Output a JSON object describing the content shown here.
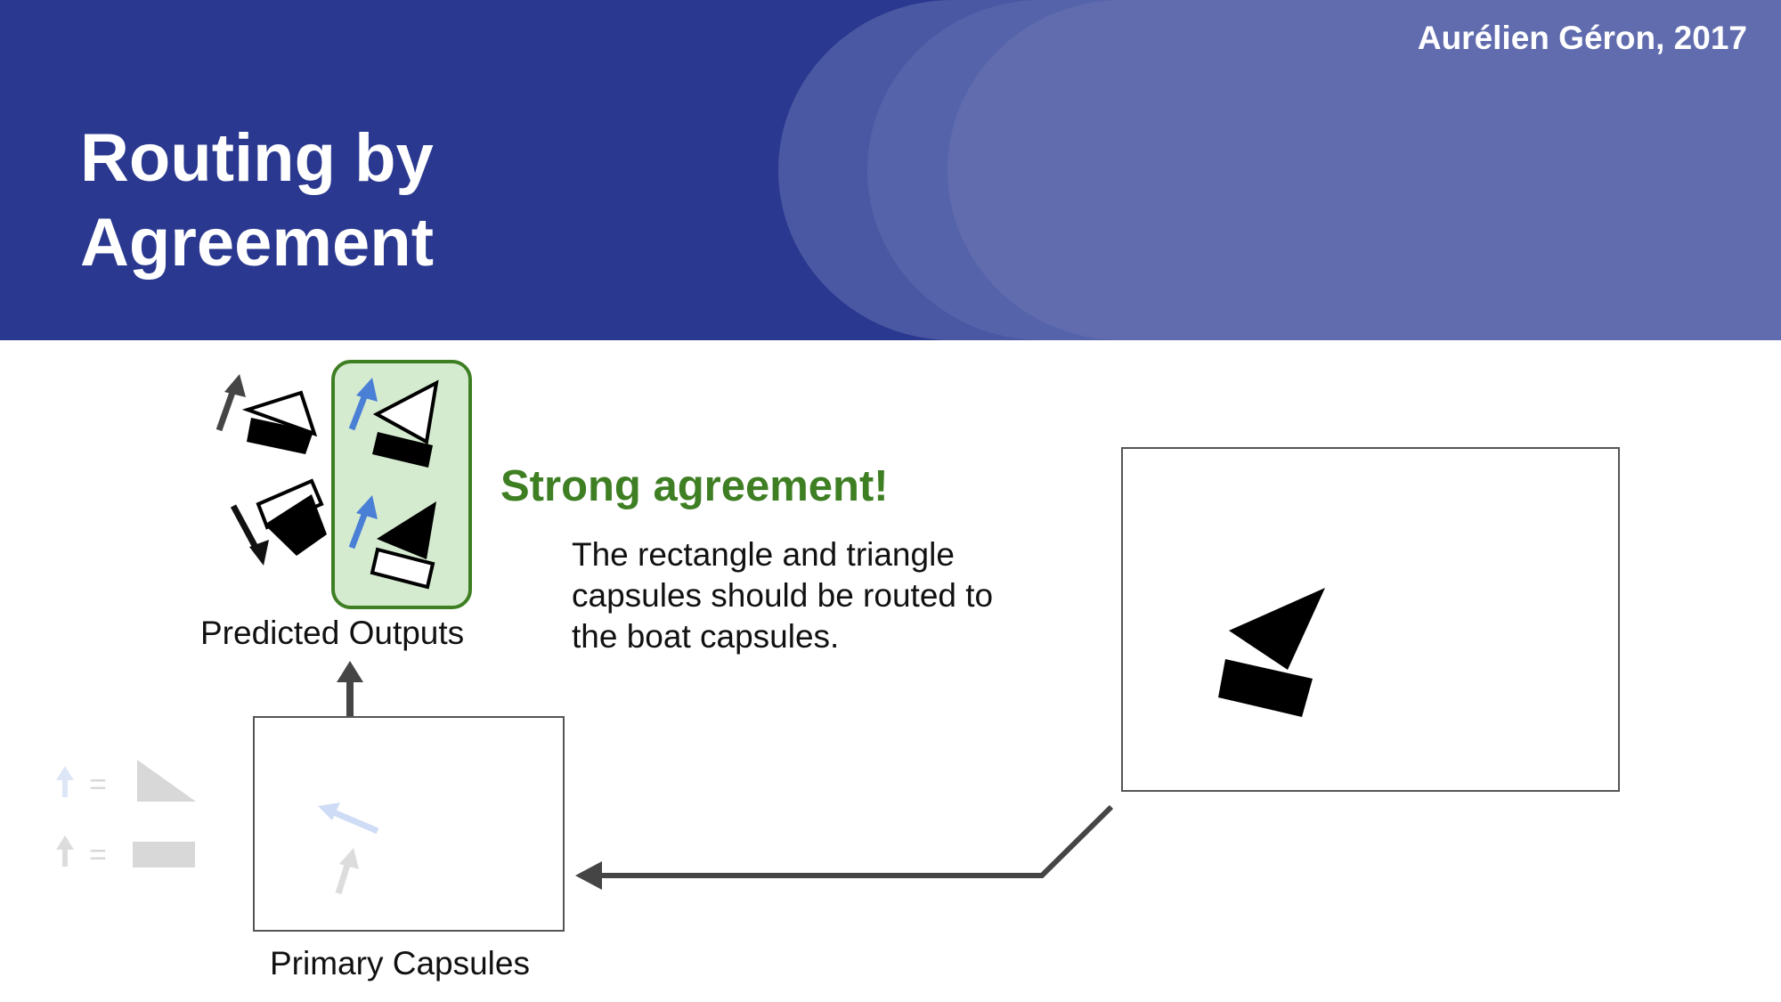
{
  "header": {
    "author": "Aurélien Géron, 2017",
    "title_lines": [
      "Routing by",
      "Agreement"
    ],
    "colors": {
      "dark_blue": "#2a388f",
      "mid_blue": "#4a58a4",
      "light_blue": "#606cae"
    }
  },
  "agreement": {
    "heading": "Strong agreement!",
    "color": "#3f7f24",
    "box_fill": "#d5ebd0",
    "description_lines": [
      "The rectangle and triangle",
      "capsules should be routed to",
      "the boat capsules."
    ]
  },
  "labels": {
    "predicted_outputs": "Predicted Outputs",
    "primary_capsules": "Primary Capsules"
  },
  "legend": {
    "equals_sign": "=",
    "items": [
      {
        "icon": "arrow-icon",
        "shape": "triangle"
      },
      {
        "icon": "arrow-icon",
        "shape": "rectangle"
      }
    ]
  },
  "icons": [
    "arrow-icon",
    "boat-icon",
    "triangle-icon",
    "rectangle-icon"
  ]
}
